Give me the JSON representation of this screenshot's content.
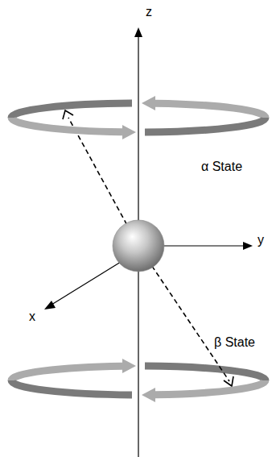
{
  "diagram": {
    "labels": [
      "z",
      "α State",
      "y",
      "x",
      "β State"
    ]
  }
}
